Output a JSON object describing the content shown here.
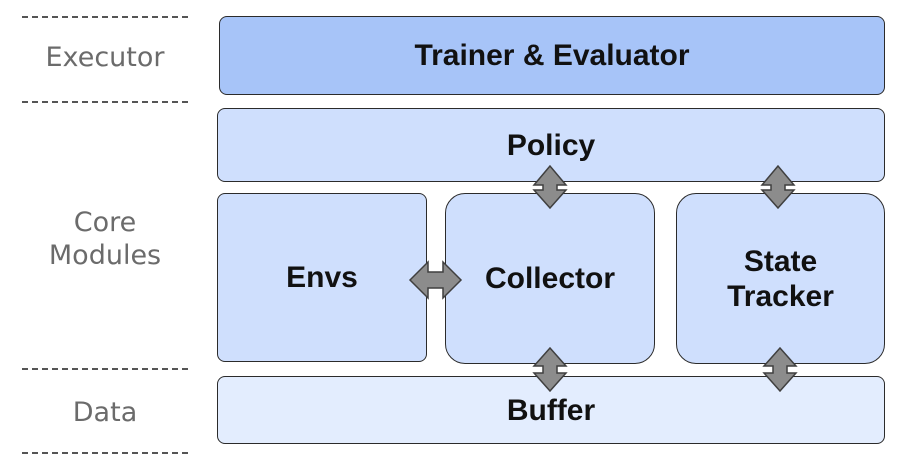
{
  "layers": {
    "executor": "Executor",
    "core_modules": [
      "Core",
      "Modules"
    ],
    "data": "Data"
  },
  "boxes": {
    "trainer_evaluator": "Trainer & Evaluator",
    "policy": "Policy",
    "envs": "Envs",
    "collector": "Collector",
    "state_tracker": [
      "State",
      "Tracker"
    ],
    "buffer": "Buffer"
  },
  "colors": {
    "executor_fill": "#a7c4f8",
    "core_fill": "#cfdffd",
    "buffer_fill": "#e3edfe",
    "border": "#2b2b2b",
    "arrow_fill": "#8c8c8c",
    "arrow_stroke": "#3f3f3f",
    "side_label": "#6b6b6b"
  },
  "arrows": [
    {
      "name": "policy-collector-arrow",
      "direction": "vertical"
    },
    {
      "name": "policy-state-tracker-arrow",
      "direction": "vertical"
    },
    {
      "name": "envs-collector-arrow",
      "direction": "horizontal"
    },
    {
      "name": "collector-buffer-arrow",
      "direction": "vertical"
    },
    {
      "name": "state-tracker-buffer-arrow",
      "direction": "vertical"
    }
  ]
}
